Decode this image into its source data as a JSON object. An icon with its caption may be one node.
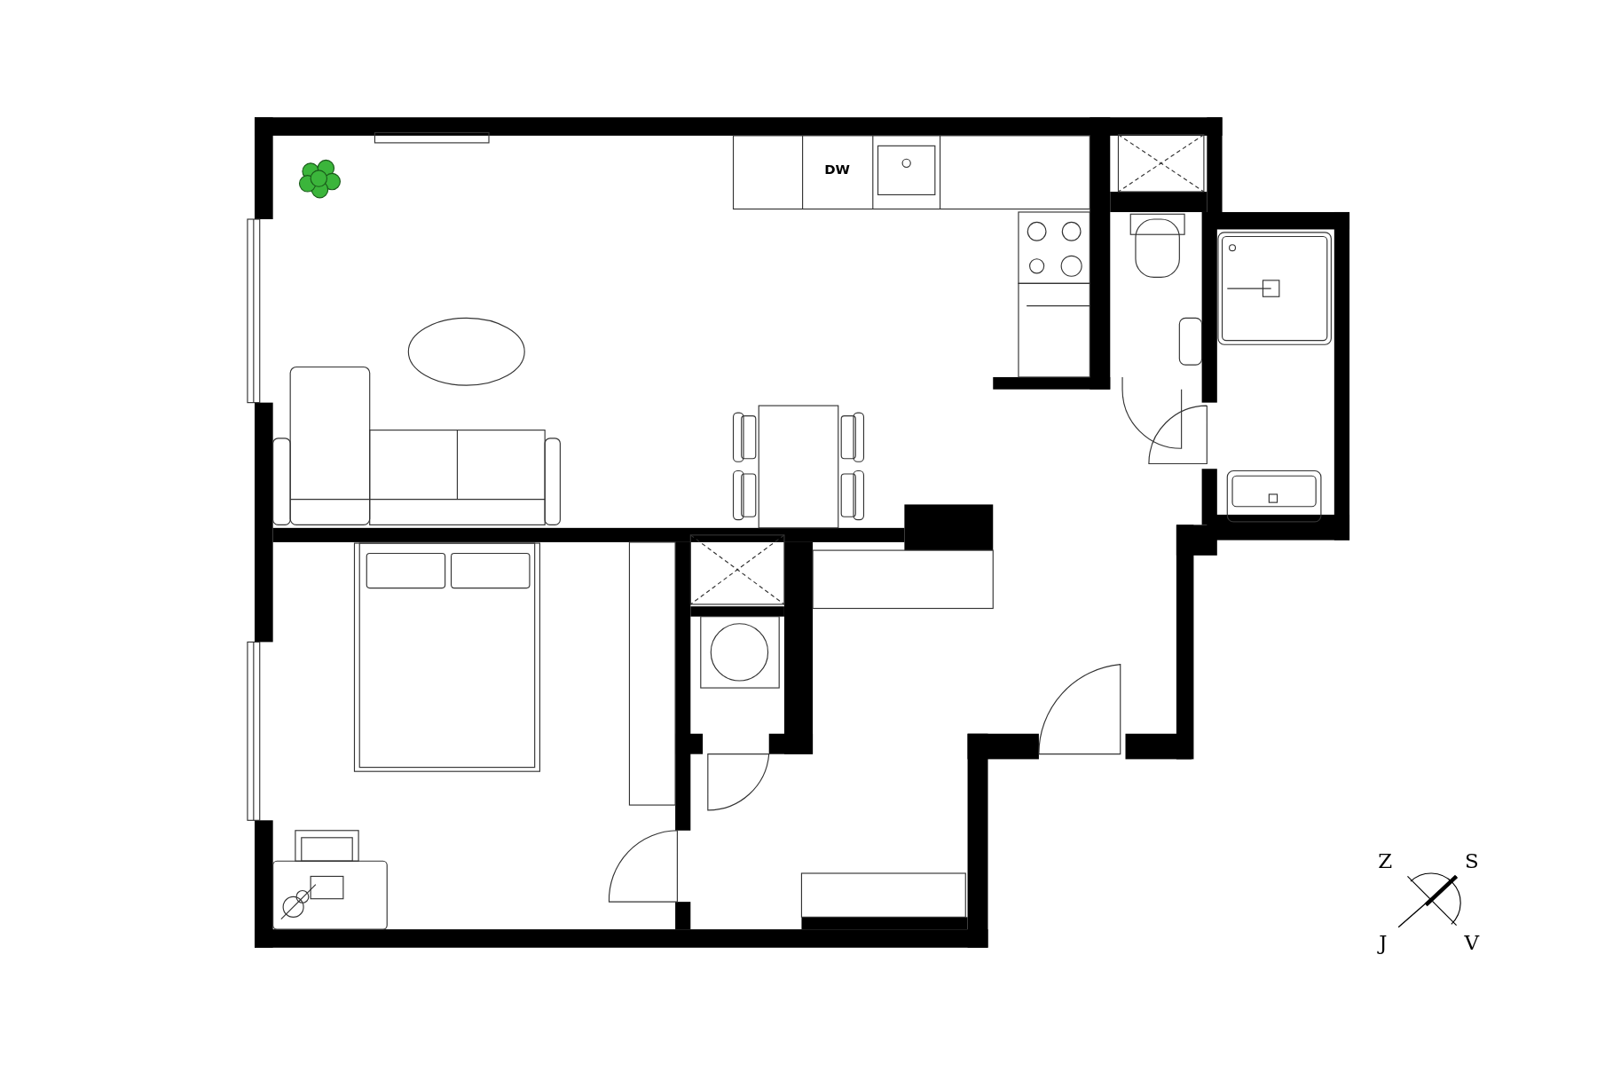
{
  "diagram": {
    "labels": [
      "DW",
      "Z",
      "S",
      "J",
      "V"
    ]
  }
}
